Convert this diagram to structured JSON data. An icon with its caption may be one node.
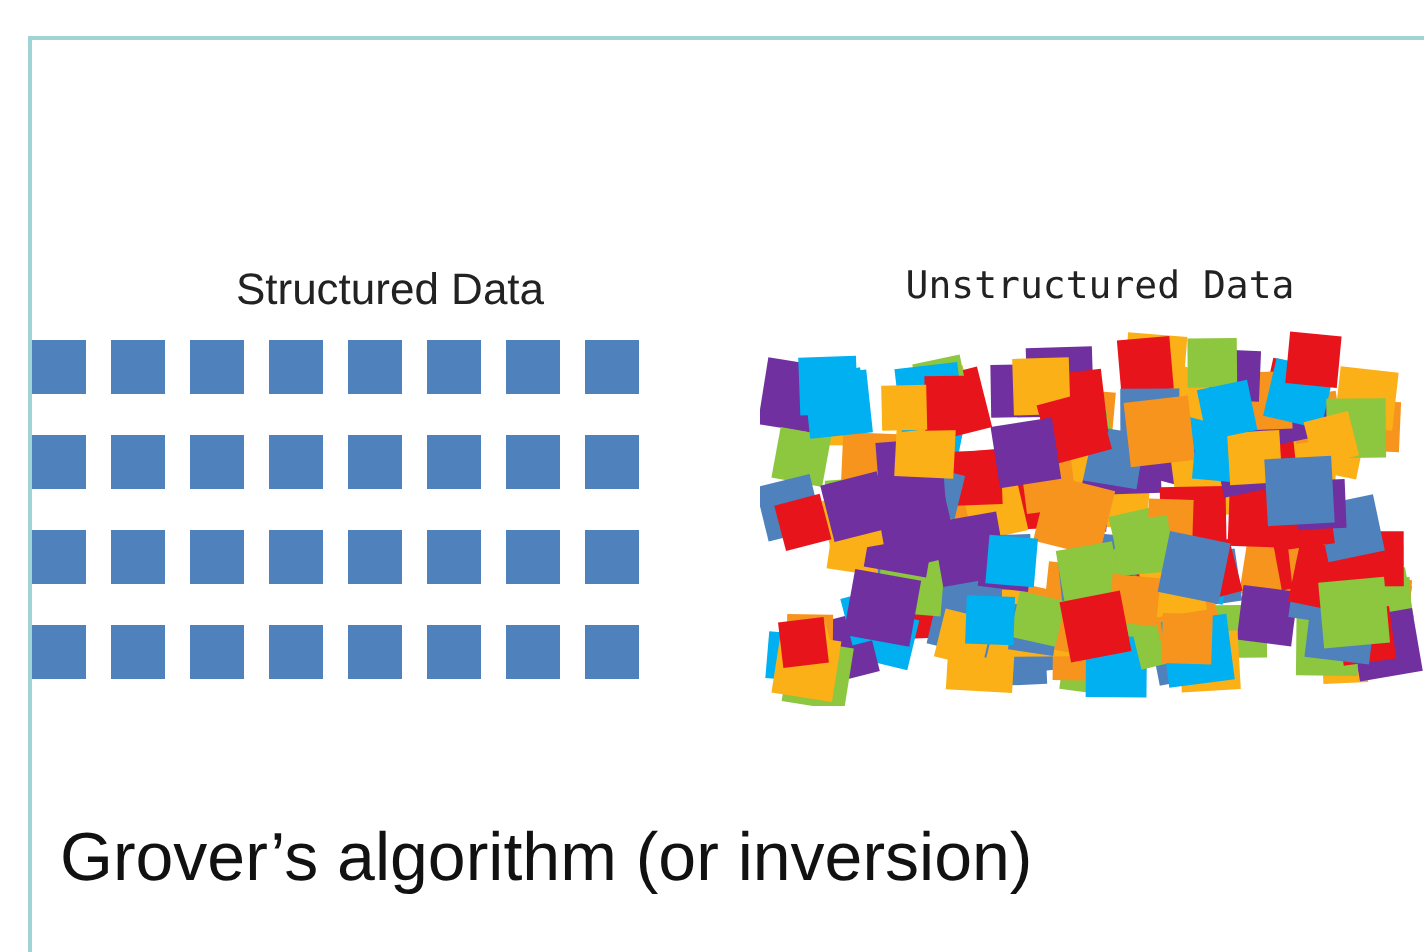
{
  "diagram": {
    "caption": "Grover’s algorithm (or inversion)",
    "labels": [
      "Structured Data",
      "Unstructured Data"
    ]
  }
}
